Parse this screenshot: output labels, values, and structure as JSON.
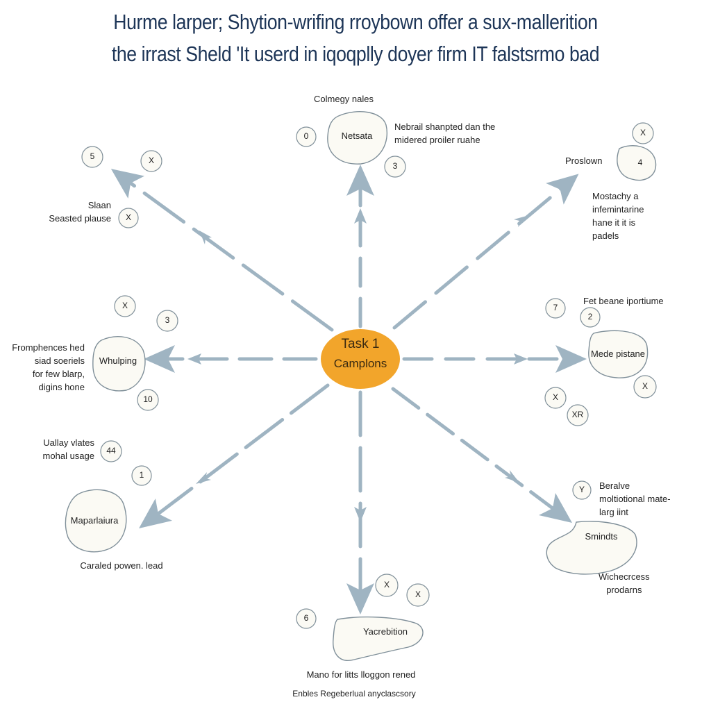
{
  "header": {
    "title_line1": "Hurme larper; Shytion-wrifing rroybown offer a sux-mallerition",
    "title_line2": "the irrast Sheld 'It userd in iqoqplly doyer firm IT falstsrmo bad"
  },
  "center": {
    "line1": "Task 1",
    "line2": "Camplons"
  },
  "nodes": {
    "top": {
      "heading": "Colmegy nales",
      "blob": "Netsata",
      "note": [
        "Nebrail shanpted dan the",
        "midered proiler ruahe"
      ],
      "badges": [
        "0",
        "3"
      ]
    },
    "top_right": {
      "label": "Proslown",
      "note": [
        "Mostachy a",
        "infemintarine",
        "hane it it is",
        "padels"
      ],
      "badges": [
        "X",
        "4"
      ]
    },
    "right": {
      "heading": "Fet beane iportiume",
      "blob": "Mede pistane",
      "badges": [
        "7",
        "2",
        "X",
        "X",
        "XR"
      ]
    },
    "bottom_right": {
      "note": [
        "Beralve",
        "moltiotional mate-",
        "larg iint"
      ],
      "blob": "Smindts",
      "note2": [
        "Wichecrcess",
        "prodarns"
      ],
      "badges": [
        "Y"
      ]
    },
    "bottom": {
      "blob": "Yacrebition",
      "caption": "Mano for litts lloggon rened",
      "badges": [
        "X",
        "X",
        "6"
      ]
    },
    "bottom_left": {
      "note": [
        "Uallay vlates",
        "mohal usage"
      ],
      "blob": "Maparlaiura",
      "caption": "Caraled powen. lead",
      "badges": [
        "44",
        "1"
      ]
    },
    "left": {
      "note": [
        "Fromphences hed",
        "siad soeriels",
        "for few blarp,",
        "digins hone"
      ],
      "blob": "Whulping",
      "badges": [
        "X",
        "3",
        "10"
      ]
    },
    "top_left": {
      "note": [
        "Slaan",
        "Seasted plause"
      ],
      "badges": [
        "5",
        "X",
        "X"
      ]
    }
  },
  "footer": "Enbles Regeberlual anyclascsory",
  "colors": {
    "title": "#1d3557",
    "arrow": "#9fb4c2",
    "center_fill": "#f2a52b",
    "blob_fill": "#fbfaf4",
    "blob_stroke": "#7f8f99"
  }
}
